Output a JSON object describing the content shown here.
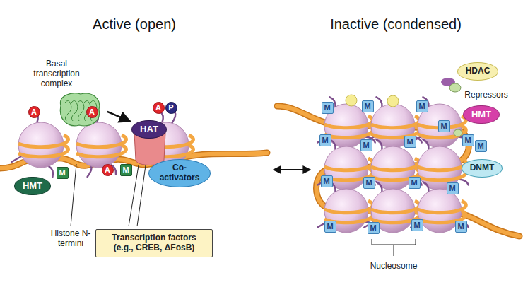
{
  "diagram": {
    "nodes": [
      {
        "text": [
          "Basal transcription complex"
        ]
      },
      {
        "text": [
          "HAT"
        ]
      },
      {
        "text": [
          "Co-activators"
        ]
      },
      {
        "text": [
          "HMT"
        ]
      },
      {
        "text": [
          "Transcription factors (e.g., CREB, ΔFosB)"
        ]
      },
      {
        "text": [
          "HDAC"
        ]
      },
      {
        "text": [
          "HMT"
        ]
      },
      {
        "text": [
          "DNMT"
        ]
      }
    ],
    "edges": [
      {
        "from": 0,
        "to": 1,
        "arrow": "to"
      }
    ],
    "labels": [
      "Active (open)",
      "Inactive (condensed)",
      "A",
      "A",
      "A",
      "P",
      "A",
      "M",
      "M",
      "M",
      "M",
      "M",
      "M",
      "M",
      "M",
      "M",
      "M",
      "M",
      "M",
      "M",
      "M",
      "M",
      "M",
      "M",
      "M",
      "M",
      "Histone N-termini",
      "Repressors",
      "Nucleosome"
    ]
  }
}
